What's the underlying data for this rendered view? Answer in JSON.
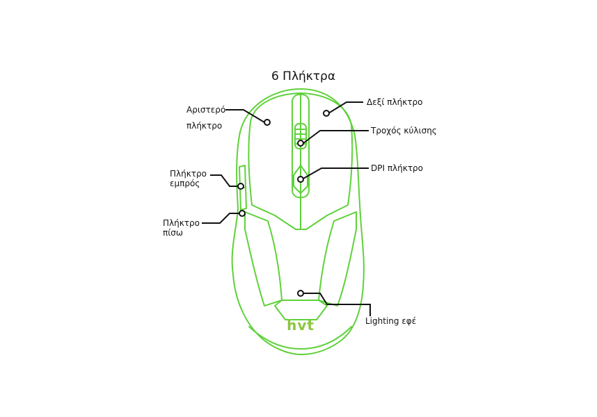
{
  "title": "6 Πλήκτρα",
  "brand_logo": "hvt",
  "colors": {
    "mouse_outline": "#5fd13a",
    "logo": "#8cc63f",
    "callout_line": "#111111",
    "background": "#ffffff"
  },
  "labels": {
    "left_button": [
      "Αριστερό",
      "πλήκτρο"
    ],
    "forward_button": [
      "Πλήκτρο",
      "εμπρός"
    ],
    "back_button": [
      "Πλήκτρο",
      "πίσω"
    ],
    "right_button": "Δεξί πλήκτρο",
    "scroll_wheel": "Τροχός κύλισης",
    "dpi_button": "DPI πλήκτρο",
    "lighting": "Lighting εφέ"
  }
}
